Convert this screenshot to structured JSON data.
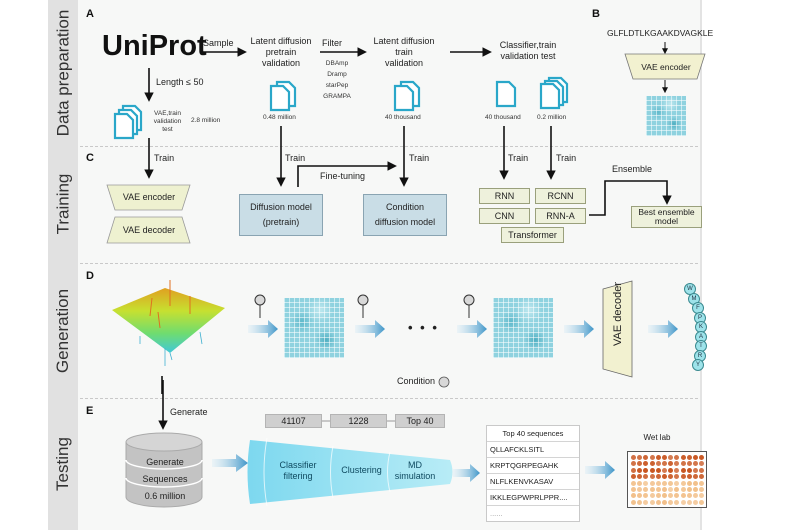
{
  "sections": [
    {
      "label": "Data preparation"
    },
    {
      "label": "Training"
    },
    {
      "label": "Generation"
    },
    {
      "label": "Testing"
    }
  ],
  "panels": {
    "a": "A",
    "b": "B",
    "c": "C",
    "d": "D",
    "e": "E"
  },
  "data_prep": {
    "source": "UniProt",
    "sample_label": "Sample",
    "filter_label": "Filter",
    "filter_sources": [
      "DBAmp",
      "Dramp",
      "starPep",
      "GRAMPA"
    ],
    "length_label": "Length ≤ 50",
    "vae_set_label": [
      "VAE,train",
      "validation",
      "test"
    ],
    "vae_set_size": "2.8 million",
    "pretrain_set_label": [
      "Latent diffusion",
      "pretrain",
      "validation"
    ],
    "pretrain_set_size": "0.48 million",
    "train_set_label": [
      "Latent diffusion",
      "train",
      "validation"
    ],
    "train_set_size": "40 thousand",
    "classifier_set_label": [
      "Classifier,train",
      "validation test"
    ],
    "classifier_size_a": "40 thousand",
    "classifier_size_b": "0.2 million"
  },
  "encoding_example": {
    "sequence": "GLFLDTLKGAAKDVAGKLE",
    "encoder_label": "VAE encoder"
  },
  "training": {
    "train_label": "Train",
    "vae_encoder": "VAE encoder",
    "vae_decoder": "VAE decoder",
    "diffusion_pretrain": [
      "Diffusion model",
      "(pretrain)"
    ],
    "fine_tuning_label": "Fine-tuning",
    "condition_diffusion": [
      "Condition",
      "diffusion model"
    ],
    "classifiers": [
      "RNN",
      "RCNN",
      "CNN",
      "RNN-A",
      "Transformer"
    ],
    "ensemble_label": "Ensemble",
    "best_model": [
      "Best ensemble",
      "model"
    ]
  },
  "generation": {
    "ellipsis": "• • •",
    "decoder_label": "VAE decoder",
    "condition_legend": "Condition",
    "peptide_residues": [
      "W",
      "M",
      "F",
      "P",
      "K",
      "A",
      "T",
      "R",
      "Y"
    ]
  },
  "testing": {
    "generate_label": "Generate",
    "database_lines": [
      "Generate",
      "Sequences",
      "0.6 million"
    ],
    "funnel_counts": [
      "41107",
      "1228",
      "Top 40"
    ],
    "funnel_stages": [
      [
        "Classifier",
        "filtering"
      ],
      [
        "Clustering"
      ],
      [
        "MD",
        "simulation"
      ]
    ],
    "table_header": "Top 40 sequences",
    "sequences": [
      "QLLAFCKLSITL",
      "KRPTQGRPEGAHK",
      "NLFLKENVKASAV",
      "IKKLEGPWPRLPPR....",
      "......"
    ],
    "wet_lab_label": "Wet lab"
  },
  "colors": {
    "accent_blue": "#2aa7c9",
    "encoder_fill": "#eef1dc",
    "diffusion_fill": "#c9dde6",
    "funnel": "#8fdcef",
    "plate_dark": "#c8541e",
    "plate_light": "#f2c08a"
  }
}
